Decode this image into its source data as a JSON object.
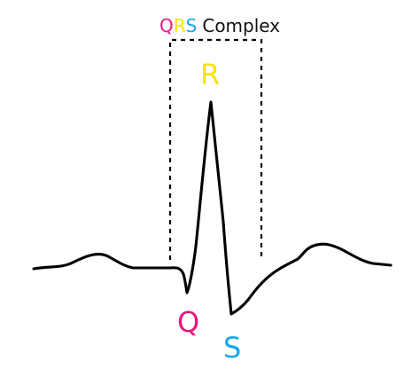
{
  "title": {
    "letters": [
      "Q",
      "R",
      "S"
    ],
    "rest": "Complex"
  },
  "labels": {
    "q": "Q",
    "r": "R",
    "s": "S"
  },
  "colors": {
    "q": "#e8177f",
    "r": "#f7e400",
    "s": "#19a7e6",
    "line": "#000000",
    "bracket": "#000000"
  }
}
